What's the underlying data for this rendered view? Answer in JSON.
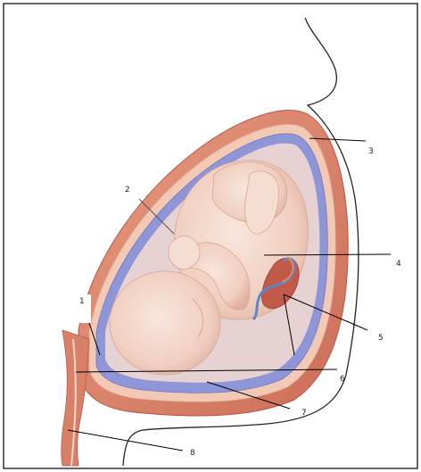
{
  "labels": {
    "l1": "1",
    "l2": "2",
    "l3": "3",
    "l4": "4",
    "l5": "5",
    "l6": "6",
    "l7": "7",
    "l8": "8"
  },
  "colors": {
    "border": "#000000",
    "uterine_wall": "#d9826a",
    "uterine_wall_dark": "#b8574a",
    "amniotic_fluid": "#8f96d8",
    "fetus_skin": "#f3d6c8",
    "fetus_shadow": "#e2b6a6",
    "leader_line": "#000000"
  }
}
